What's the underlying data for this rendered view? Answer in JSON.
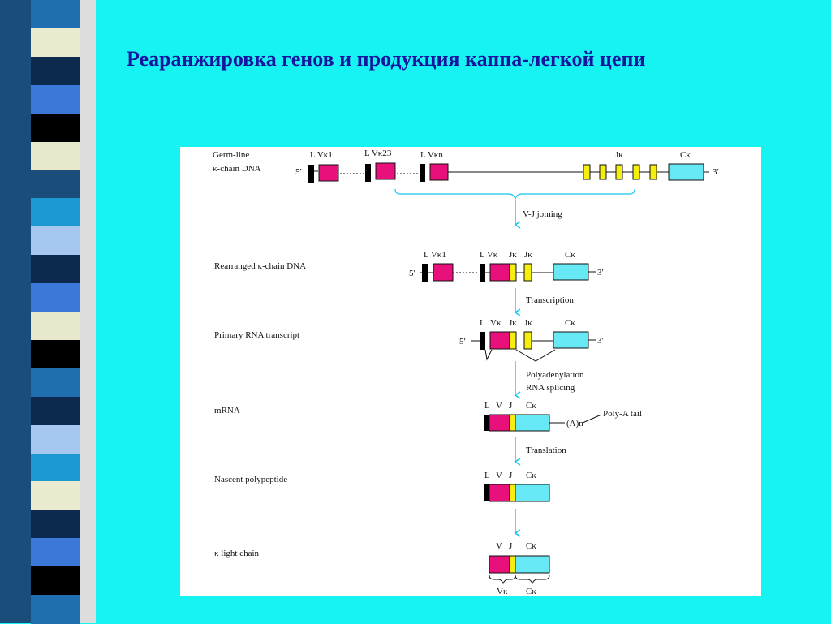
{
  "slide": {
    "title": "Реаранжировка генов и продукция каппа-легкой цепи"
  },
  "colors": {
    "background": "#17f3f3",
    "title": "#1515a0",
    "v_segment": "#e8107a",
    "j_segment": "#f5ef10",
    "c_segment": "#66e8f5",
    "leader": "#000000",
    "arrow": "#14c8ec"
  },
  "stripe_colors": [
    "#1f6fb0",
    "#eaeacf",
    "#0c2a4d",
    "#3b78d8",
    "#000000",
    "#e8e8cc",
    "#1a4d7a",
    "#1a9ad0",
    "#a6c8f0",
    "#0c2a4d",
    "#3b78d8",
    "#e8e8cc",
    "#000000",
    "#1f6fb0",
    "#0c2a4d",
    "#a6c8f0",
    "#1a9ad0",
    "#eaeacf",
    "#0c2a4d",
    "#3b78d8",
    "#000000",
    "#1f6fb0"
  ],
  "diagram": {
    "germline": {
      "row_label_1": "Germ-line",
      "row_label_2": "κ-chain DNA",
      "five_prime": "5′",
      "three_prime": "3′",
      "l_vk1": "L Vκ1",
      "l_vk23": "L Vκ23",
      "l_vkn": "L Vκn",
      "jk": "Jκ",
      "ck": "Cκ"
    },
    "step1": {
      "label": "V-J joining"
    },
    "rearranged": {
      "row_label": "Rearranged κ-chain DNA",
      "five_prime": "5′",
      "three_prime": "3′",
      "l_vk1": "L Vκ1",
      "l_vk": "L Vκ",
      "jk_a": "Jκ",
      "jk_b": "Jκ",
      "ck": "Cκ"
    },
    "step2": {
      "label": "Transcription"
    },
    "primary": {
      "row_label": "Primary RNA transcript",
      "five_prime": "5′",
      "three_prime": "3′",
      "l": "L",
      "vk": "Vκ",
      "jk_a": "Jκ",
      "jk_b": "Jκ",
      "ck": "Cκ"
    },
    "step3": {
      "label_1": "Polyadenylation",
      "label_2": "RNA splicing"
    },
    "mrna": {
      "row_label": "mRNA",
      "l": "L",
      "v": "V",
      "j": "J",
      "ck": "Cκ",
      "poly_a_mark": "(A)n",
      "poly_a_label": "Poly-A tail"
    },
    "step4": {
      "label": "Translation"
    },
    "nascent": {
      "row_label": "Nascent polypeptide",
      "l": "L",
      "v": "V",
      "j": "J",
      "ck": "Cκ"
    },
    "light_chain": {
      "row_label": "κ light chain",
      "v": "V",
      "j": "J",
      "ck": "Cκ",
      "brace_vk": "Vκ",
      "brace_ck": "Cκ"
    }
  }
}
